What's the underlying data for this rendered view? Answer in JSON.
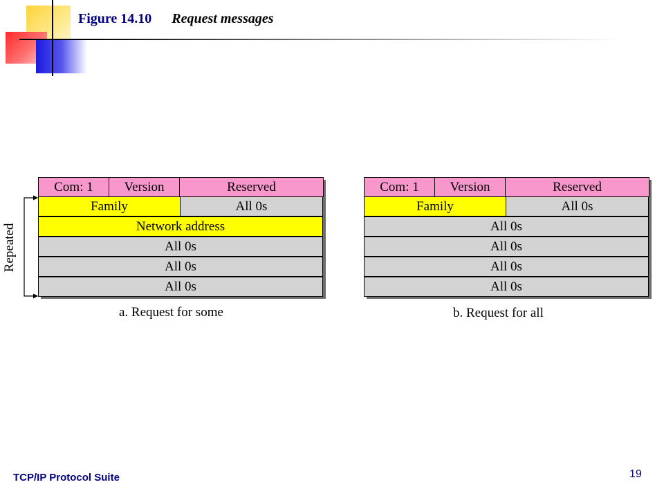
{
  "figure": {
    "number": "Figure 14.10",
    "caption": "Request messages"
  },
  "repeated_label": "Repeated",
  "messages": [
    {
      "caption": "a. Request for some",
      "rows": [
        [
          {
            "text": "Com: 1",
            "color": "#f797cb"
          },
          {
            "text": "Version",
            "color": "#f797cb"
          },
          {
            "text": "Reserved",
            "color": "#f797cb"
          }
        ],
        [
          {
            "text": "Family",
            "color": "#ffff00"
          },
          {
            "text": "All 0s",
            "color": "#d3d3d3"
          }
        ],
        [
          {
            "text": "Network address",
            "color": "#ffff00"
          }
        ],
        [
          {
            "text": "All 0s",
            "color": "#d3d3d3"
          }
        ],
        [
          {
            "text": "All 0s",
            "color": "#d3d3d3"
          }
        ],
        [
          {
            "text": "All 0s",
            "color": "#d3d3d3"
          }
        ]
      ]
    },
    {
      "caption": "b. Request for all",
      "rows": [
        [
          {
            "text": "Com: 1",
            "color": "#f797cb"
          },
          {
            "text": "Version",
            "color": "#f797cb"
          },
          {
            "text": "Reserved",
            "color": "#f797cb"
          }
        ],
        [
          {
            "text": "Family",
            "color": "#ffff00"
          },
          {
            "text": "All 0s",
            "color": "#d3d3d3"
          }
        ],
        [
          {
            "text": "All 0s",
            "color": "#d3d3d3"
          }
        ],
        [
          {
            "text": "All 0s",
            "color": "#d3d3d3"
          }
        ],
        [
          {
            "text": "All 0s",
            "color": "#d3d3d3"
          }
        ],
        [
          {
            "text": "All 0s",
            "color": "#d3d3d3"
          }
        ]
      ]
    }
  ],
  "footer": {
    "left": "TCP/IP Protocol Suite",
    "page_number": "19"
  }
}
